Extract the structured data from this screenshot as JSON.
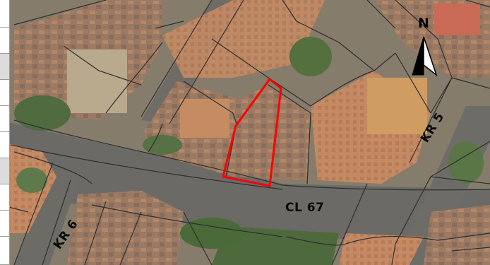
{
  "streets": {
    "cl67": "CL 67",
    "kr5": "KR 5",
    "kr6": "KR 6"
  },
  "north_arrow": {
    "letter": "N"
  },
  "colors": {
    "highlight_parcel": "#ff0000",
    "parcel_lines": "#2f2f2f",
    "labels": "#0a0a0a"
  },
  "icons": [
    "north-arrow-icon"
  ]
}
